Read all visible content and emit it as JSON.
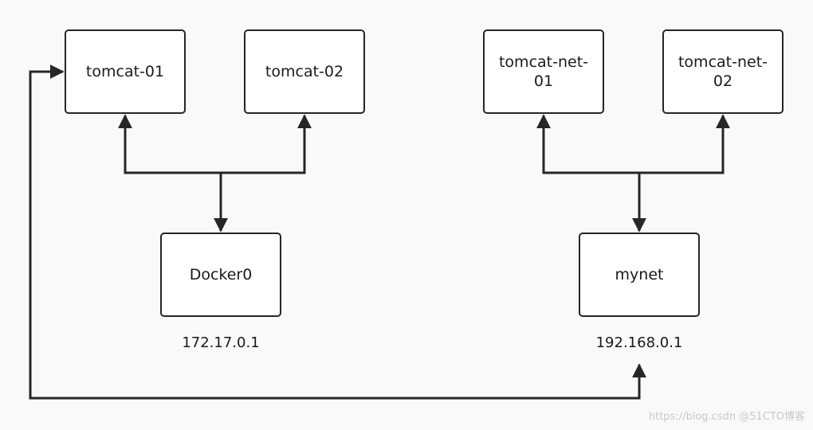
{
  "nodes": {
    "tomcat01": "tomcat-01",
    "tomcat02": "tomcat-02",
    "tomcat_net01": "tomcat-net-\n01",
    "tomcat_net02": "tomcat-net-\n02",
    "docker0": "Docker0",
    "mynet": "mynet"
  },
  "ips": {
    "docker0": "172.17.0.1",
    "mynet": "192.168.0.1"
  },
  "watermark": "https://blog.csdn @51CTO博客",
  "colors": {
    "background": "#f9f9f9",
    "stroke": "#262626",
    "node_fill": "#ffffff"
  }
}
